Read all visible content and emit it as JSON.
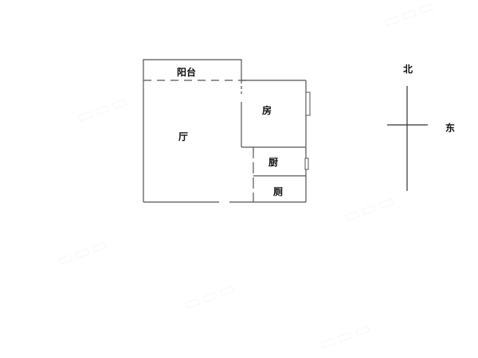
{
  "floorplan": {
    "rooms": [
      {
        "id": "balcony",
        "label": "阳台"
      },
      {
        "id": "living",
        "label": "厅"
      },
      {
        "id": "bedroom",
        "label": "房"
      },
      {
        "id": "kitchen",
        "label": "厨"
      },
      {
        "id": "bathroom",
        "label": "厕"
      }
    ],
    "line_color": "#555555",
    "background": "#ffffff"
  },
  "compass": {
    "north": "北",
    "east": "东",
    "icon": "compass-cross-icon"
  }
}
